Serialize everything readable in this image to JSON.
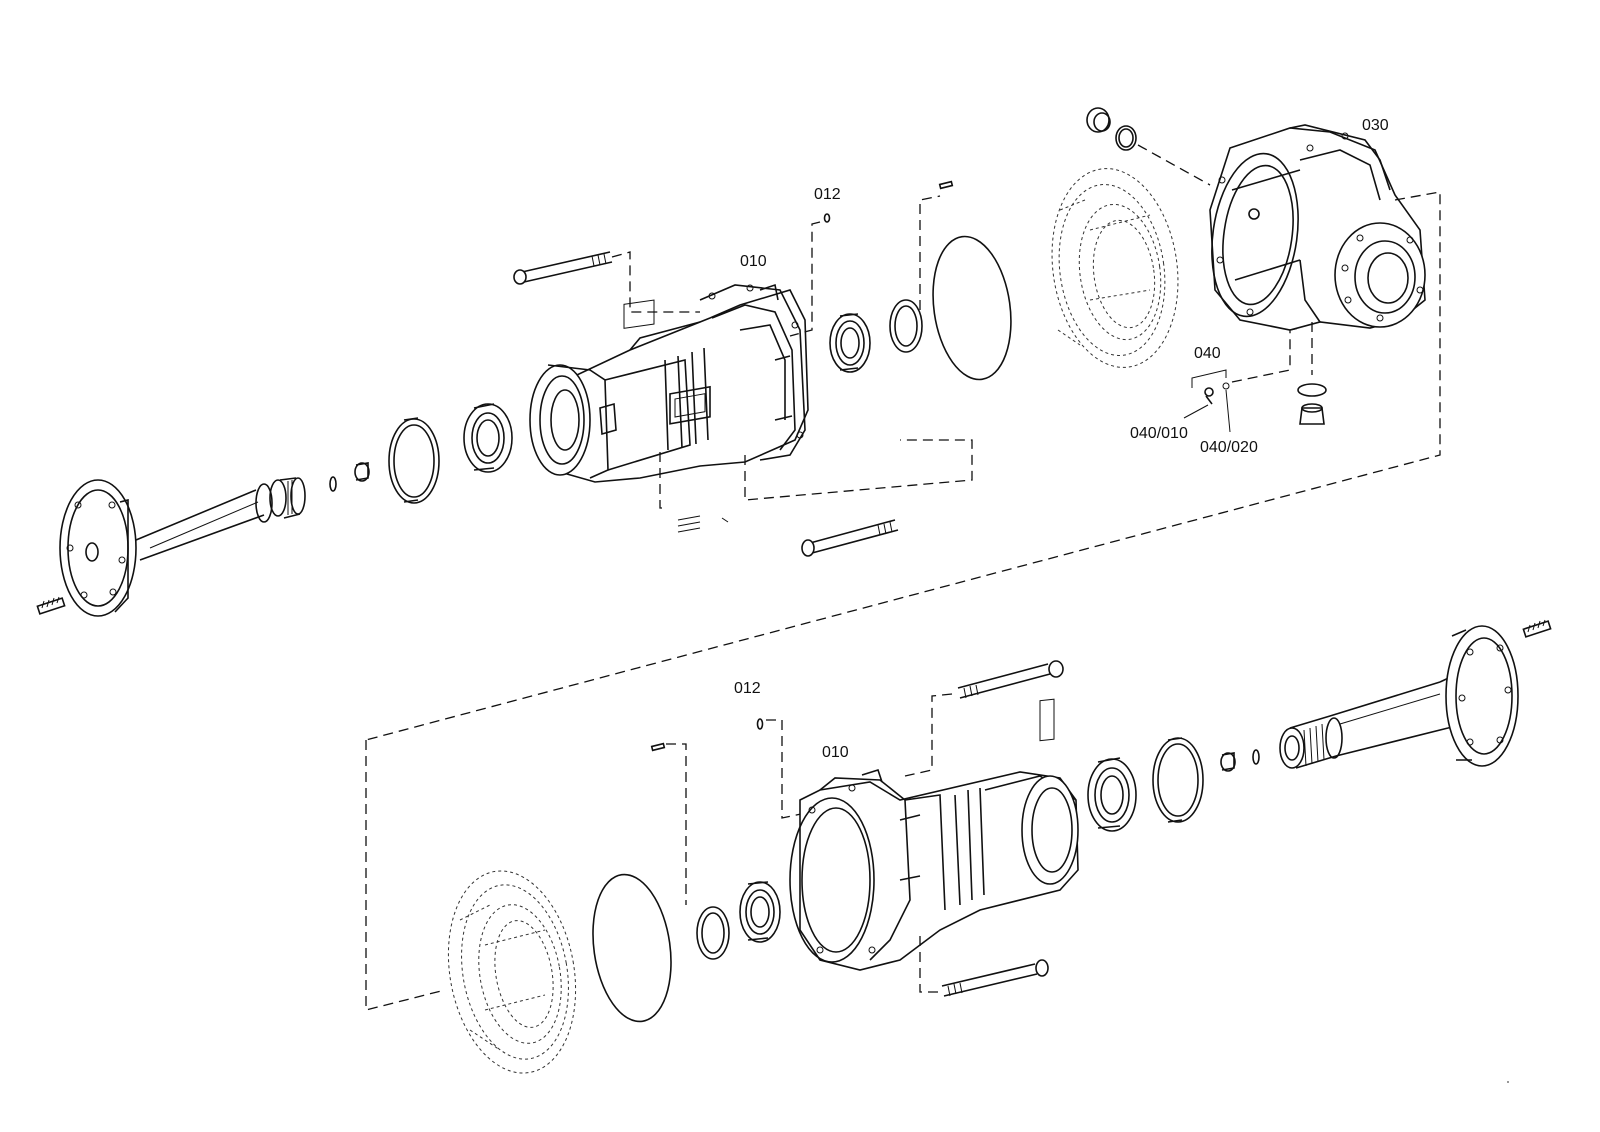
{
  "labels": {
    "top_housing": "010",
    "top_pin": "012",
    "right_housing": "030",
    "breather_group": "040",
    "breather_part_a": "040/010",
    "breather_part_b": "040/020",
    "bottom_housing": "010",
    "bottom_pin": "012"
  }
}
